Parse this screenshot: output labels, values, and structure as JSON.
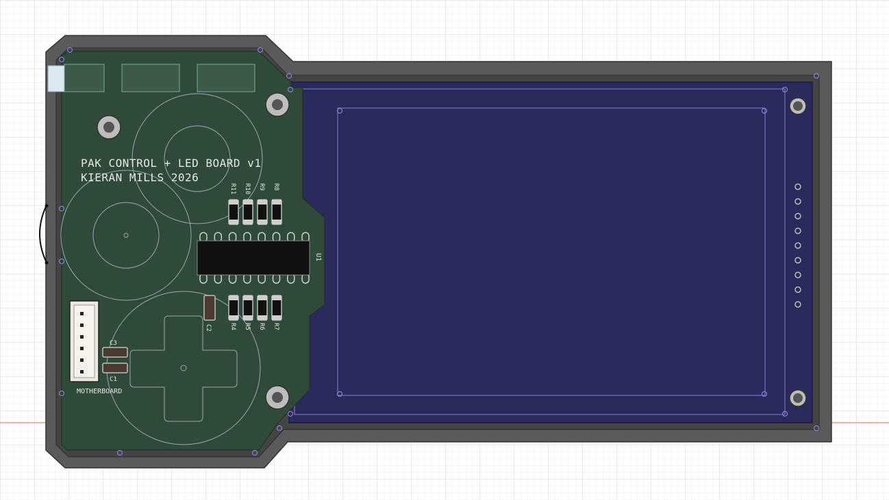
{
  "colors": {
    "grid_minor": "#ececec",
    "grid_major": "#d6d6d6",
    "axis_red": "#e85a5a",
    "enclosure": "#5a5a5a",
    "enclosure_inner": "#3f3f3f",
    "pcb_green": "#2f4a38",
    "display_blue": "#2b2a5c",
    "outline_purple": "#8a7fd6",
    "silkscreen": "#e8e8e8",
    "pad_grey": "#bdbdbd",
    "ic_black": "#111111"
  },
  "board": {
    "title_line1": "PAK CONTROL + LED BOARD v1",
    "title_line2": "KIERAN MILLS 2026",
    "connector_label": "MOTHERBOARD",
    "ic_label": "U1"
  },
  "resistors_top": [
    "R11",
    "R10",
    "R9",
    "R8"
  ],
  "resistors_bottom": [
    "R4",
    "R5",
    "R6",
    "R7"
  ],
  "capacitors": {
    "c1": "C1",
    "c2": "C2",
    "c3": "C3"
  },
  "icons": {
    "mounting_hole": "mounting-hole-icon",
    "dpad": "dpad-outline-icon",
    "header_pin": "header-pin-icon"
  }
}
